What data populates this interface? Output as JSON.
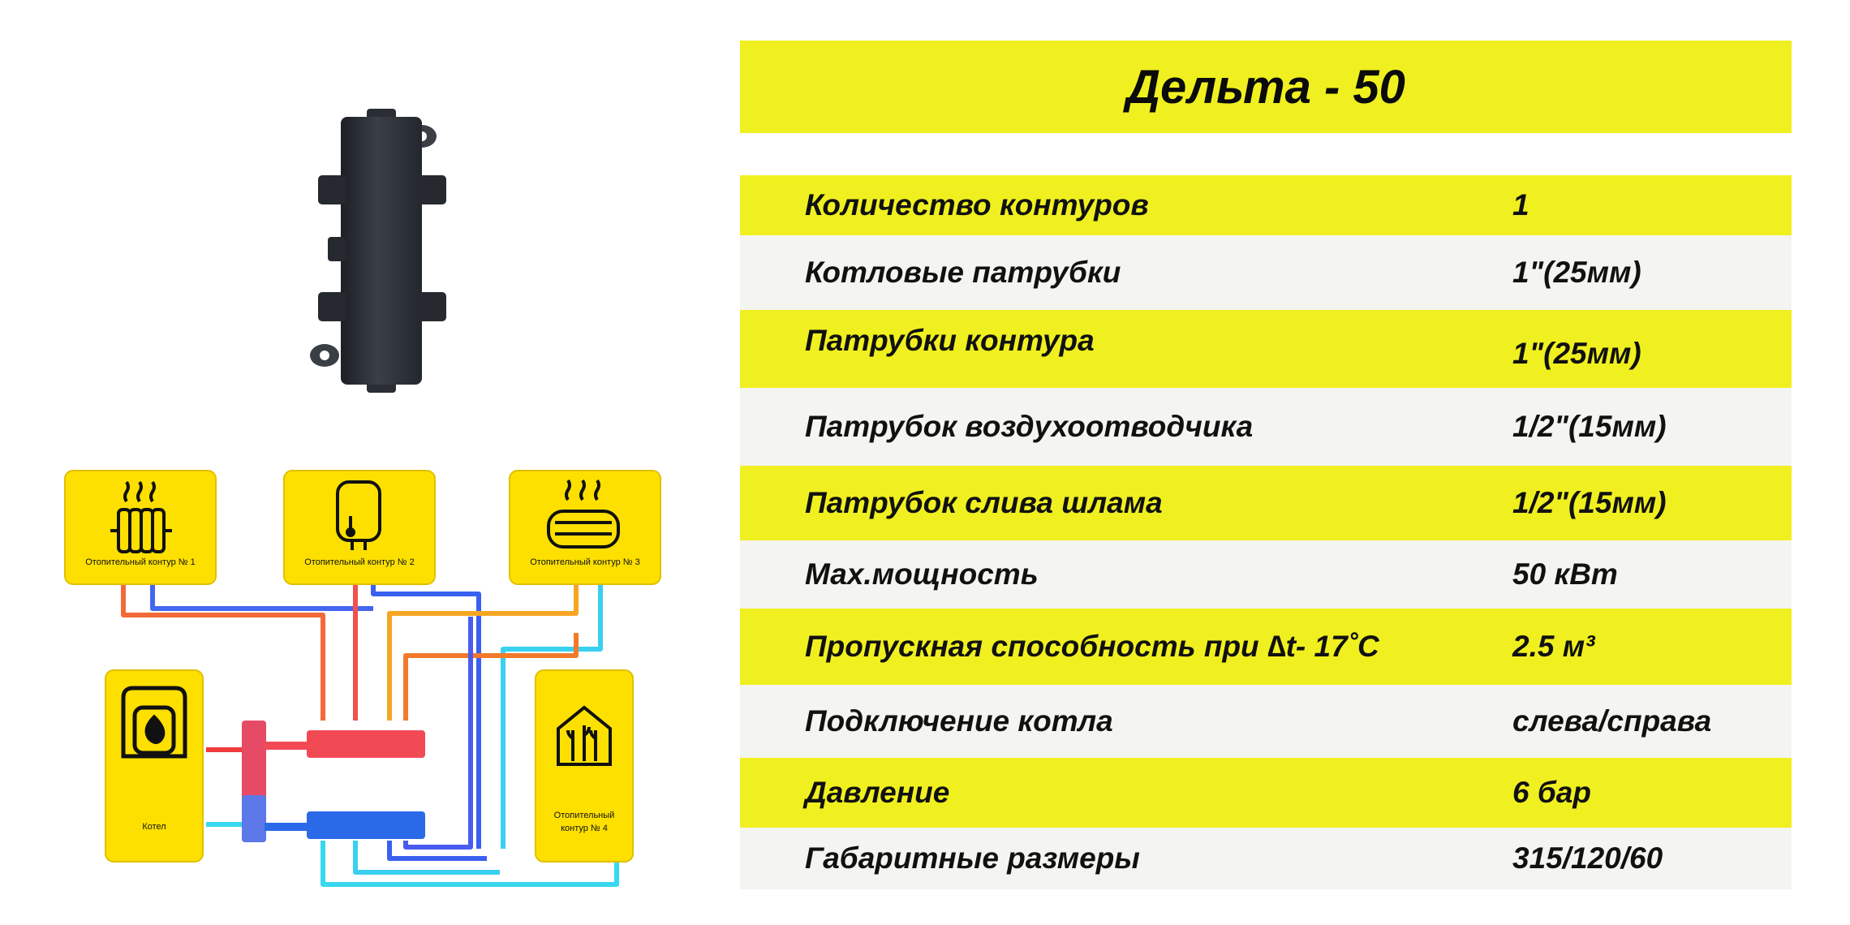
{
  "title": "Дельта - 50",
  "specs": [
    {
      "label": "Количество контуров",
      "value": "1"
    },
    {
      "label": "Котловые патрубки",
      "value": "1\"(25мм)"
    },
    {
      "label": "Патрубки контура",
      "value": "1\"(25мм)"
    },
    {
      "label": "Патрубок воздухоотводчика",
      "value": "1/2\"(15мм)"
    },
    {
      "label": "Патрубок слива шлама",
      "value": "1/2\"(15мм)"
    },
    {
      "label": "Мах.мощность",
      "value": "50 кВт"
    },
    {
      "label": "Пропускная способность при ∆t- 17˚С",
      "value": "2.5 м³"
    },
    {
      "label": "Подключение котла",
      "value": "слева/справа"
    },
    {
      "label": "Давление",
      "value": "6 бар"
    },
    {
      "label": "Габаритные размеры",
      "value": "315/120/60"
    }
  ],
  "diagram": {
    "card1_label": "Отопительный контур № 1",
    "card2_label": "Отопительный контур № 2",
    "card3_label": "Отопительный контур № 3",
    "boiler_label": "Котел",
    "card4_label_line1": "Отопительный",
    "card4_label_line2": "контур № 4"
  },
  "colors": {
    "accent_yellow": "#f0f020",
    "card_yellow": "#fde000",
    "row_light": "#f4f4f0",
    "hot_red": "#f03a3a",
    "cold_blue": "#2a5ff0",
    "orange": "#f6a623",
    "cyan": "#38d8f0",
    "product_dark": "#2b2f36"
  },
  "icons": [
    "radiator-icon",
    "water-heater-icon",
    "floor-heating-icon",
    "boiler-flame-icon",
    "greenhouse-icon",
    "hydraulic-separator-image"
  ]
}
